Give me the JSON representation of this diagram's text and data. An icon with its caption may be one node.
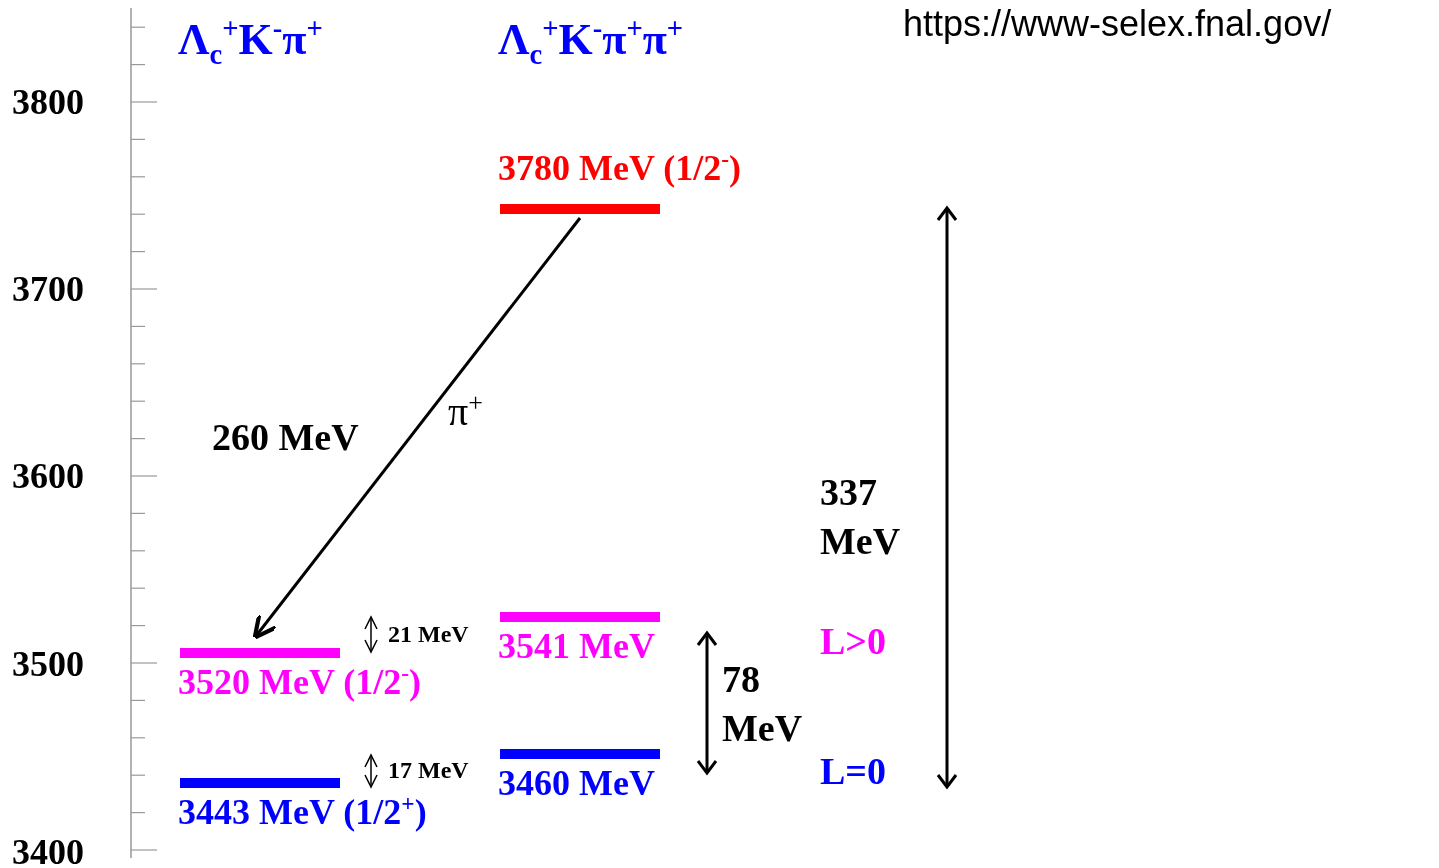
{
  "diagram": {
    "nodes": [
      {
        "text": [
          "3780 MeV (1/2$^{-}$)"
        ]
      },
      {
        "text": [
          "3520 MeV (1/2$^{-}$)"
        ]
      },
      {
        "text": [
          "3541 MeV"
        ]
      },
      {
        "text": [
          "3443 MeV (1/2$^{+}$)"
        ]
      },
      {
        "text": [
          "3460 MeV"
        ]
      }
    ],
    "edges": [
      {
        "from": 0,
        "to": 1,
        "arrow": "to",
        "label": "π$^{+}$"
      }
    ],
    "labels": [
      "Λ$_{c}$$^{+}$K$^{-}$π$^{+}$",
      "Λ$_{c}$$^{+}$K$^{-}$π$^{+}$π$^{+}$",
      "https://www-selex.fnal.gov/",
      "3800",
      "3700",
      "260 MeV",
      "3600",
      "337 MeV",
      "21 MeV",
      "L>0",
      "3500",
      "78 MeV",
      "17 MeV",
      "L=0",
      "3400"
    ]
  }
}
